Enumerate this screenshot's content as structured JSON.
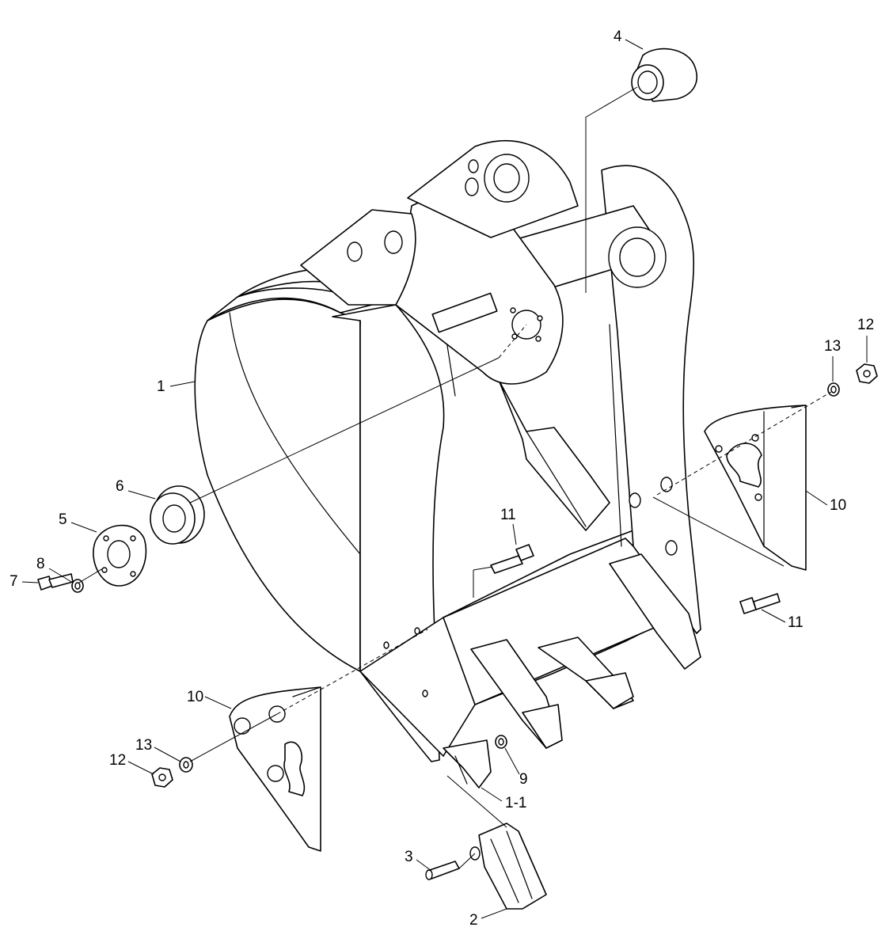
{
  "callouts": {
    "c1": "1",
    "c1_1": "1-1",
    "c2": "2",
    "c3": "3",
    "c4": "4",
    "c5": "5",
    "c6": "6",
    "c7": "7",
    "c8": "8",
    "c9": "9",
    "c10_left": "10",
    "c10_right": "10",
    "c11_center": "11",
    "c11_right": "11",
    "c12_left": "12",
    "c12_right": "12",
    "c13_left": "13",
    "c13_right": "13"
  }
}
